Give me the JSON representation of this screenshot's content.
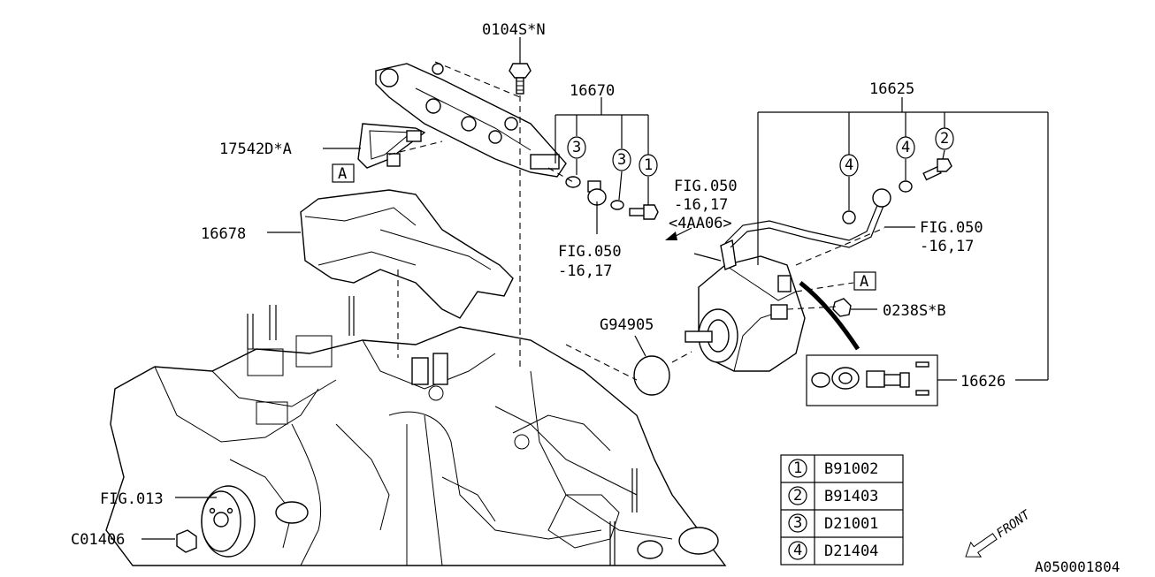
{
  "callouts": {
    "c0104": "0104S*N",
    "c16670": "16670",
    "c16625": "16625",
    "c17542": "17542D*A",
    "c16678": "16678",
    "fig050_a_1": "FIG.050",
    "fig050_a_2": "-16,17",
    "fig050_b_1": "FIG.050",
    "fig050_b_2": "-16,17",
    "fig050_b_3": "<4AA06>",
    "fig050_c_1": "FIG.050",
    "fig050_c_2": "-16,17",
    "g94905": "G94905",
    "c0238": "0238S*B",
    "c16626": "16626",
    "fig013": "FIG.013",
    "c01406": "C01406",
    "refA1": "A",
    "refA2": "A",
    "front": "FRONT",
    "diagram_id": "A050001804"
  },
  "markers": {
    "m3a": "3",
    "m3b": "3",
    "m1": "1",
    "m4a": "4",
    "m4b": "4",
    "m2": "2"
  },
  "legend": [
    {
      "num": "1",
      "code": "B91002"
    },
    {
      "num": "2",
      "code": "B91403"
    },
    {
      "num": "3",
      "code": "D21001"
    },
    {
      "num": "4",
      "code": "D21404"
    }
  ]
}
